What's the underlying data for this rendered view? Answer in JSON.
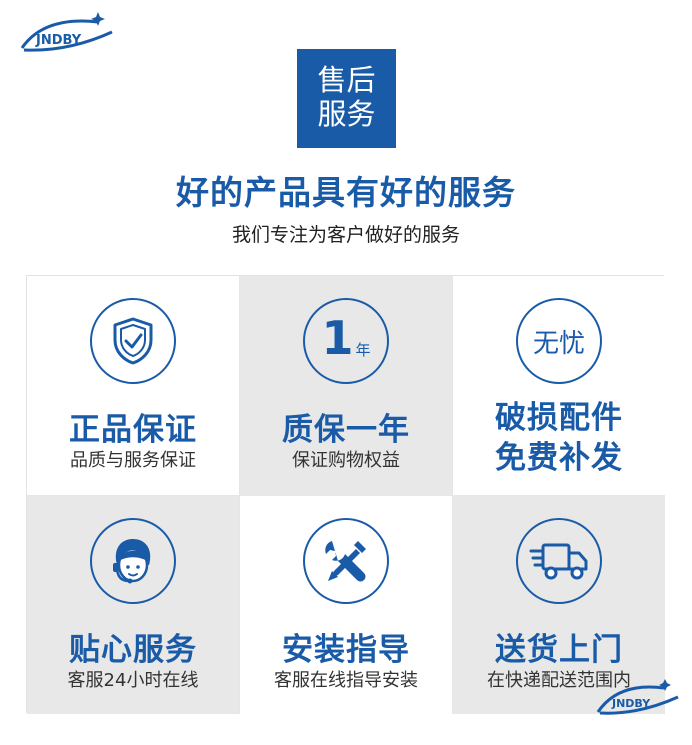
{
  "brand": {
    "logo_text": "JNDBY",
    "accent": "#1a5ba8"
  },
  "badge": {
    "line1": "售后",
    "line2": "服务"
  },
  "headline": "好的产品具有好的服务",
  "subline": "我们专注为客户做好的服务",
  "features": [
    {
      "icon": "shield-check-icon",
      "title": "正品保证",
      "desc": "品质与服务保证"
    },
    {
      "icon": "one-year-icon",
      "icon_number": "1",
      "icon_unit": "年",
      "title": "质保一年",
      "desc": "保证购物权益"
    },
    {
      "icon": "worry-free-icon",
      "icon_text": "无忧",
      "title_line1": "破损配件",
      "title_line2": "免费补发"
    },
    {
      "icon": "customer-service-icon",
      "title": "贴心服务",
      "desc": "客服24小时在线"
    },
    {
      "icon": "wrench-screwdriver-icon",
      "title": "安装指导",
      "desc": "客服在线指导安装"
    },
    {
      "icon": "delivery-truck-icon",
      "title": "送货上门",
      "desc": "在快递配送范围内"
    }
  ]
}
